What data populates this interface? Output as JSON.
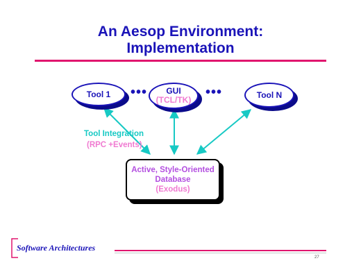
{
  "slide": {
    "title_line1": "An Aesop Environment:",
    "title_line2": "Implementation",
    "page_number": "27"
  },
  "diagram": {
    "tools": [
      {
        "label": "Tool 1"
      },
      {
        "label": "GUI",
        "sublabel": "(TCL/TK)"
      },
      {
        "label": "Tool N"
      }
    ],
    "ellipsis": "•••",
    "integration_label": "Tool Integration",
    "integration_sublabel": "(RPC +Events)",
    "database": {
      "line1": "Active, Style-Oriented",
      "line2": "Database",
      "line3": "(Exodus)"
    }
  },
  "footer": {
    "label": "Software Architectures"
  },
  "colors": {
    "title_blue": "#1a13b8",
    "accent_pink": "#e0156e",
    "arrow_teal": "#17c9c4",
    "db_purple": "#b34fe0",
    "sublabel_pink": "#f07ad1"
  }
}
